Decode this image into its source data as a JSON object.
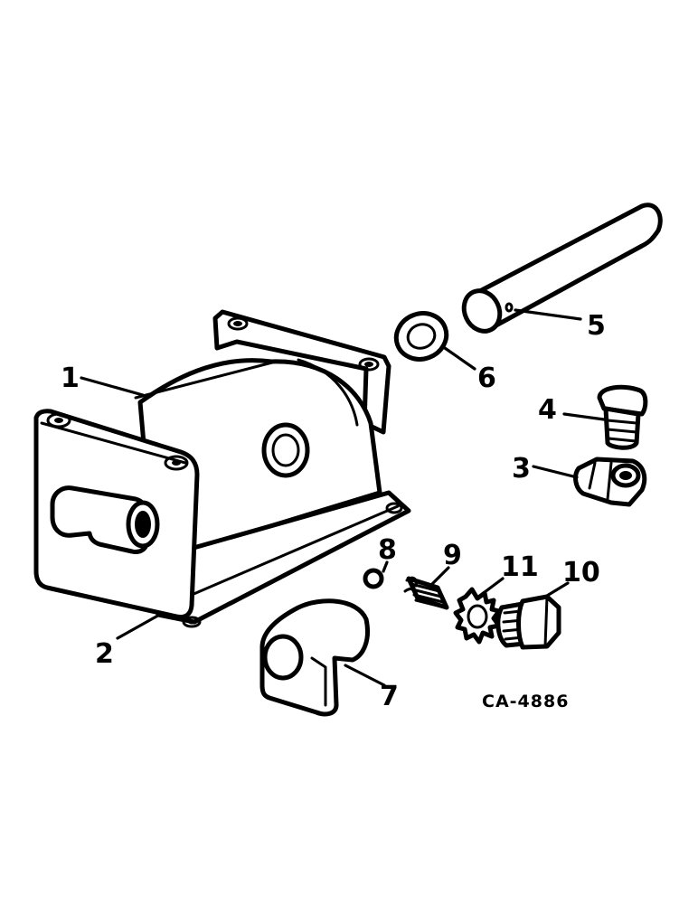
{
  "labels": {
    "l1": "1",
    "l2": "2",
    "l3": "3",
    "l4": "4",
    "l5": "5",
    "l6": "6",
    "l7": "7",
    "l8": "8",
    "l9": "9",
    "l10": "10",
    "l11": "11"
  },
  "drawing_code": "CA-4886"
}
